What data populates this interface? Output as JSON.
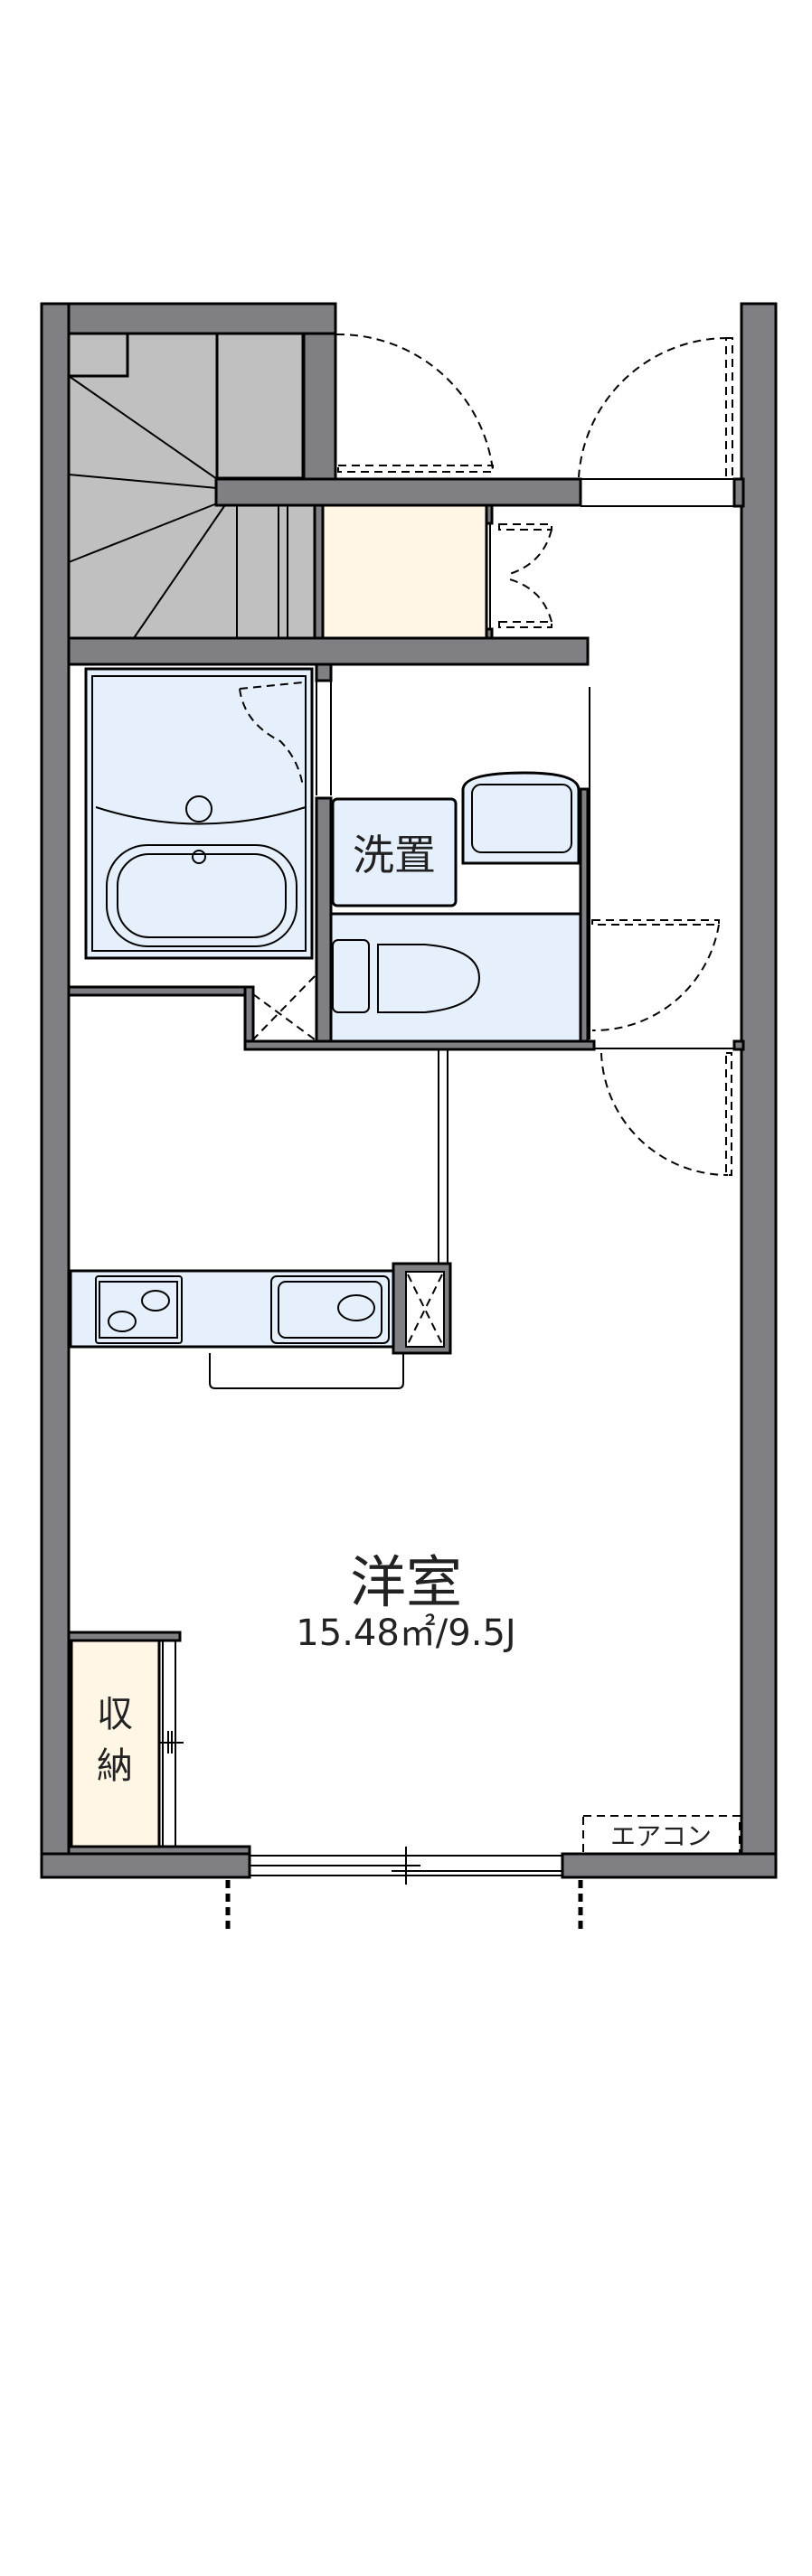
{
  "floorplan": {
    "rooms": {
      "western_room": {
        "label": "洋室",
        "area": "15.48㎡/9.5J"
      },
      "washer_space": {
        "label": "洗置"
      },
      "storage": {
        "label_line1": "収",
        "label_line2": "納"
      },
      "aircon": {
        "label": "エアコン"
      }
    },
    "colors": {
      "wall": "#808084",
      "wet_area": "#e6f0fc",
      "storage": "#fff6e6",
      "stairs": "#c0c0c0"
    }
  }
}
